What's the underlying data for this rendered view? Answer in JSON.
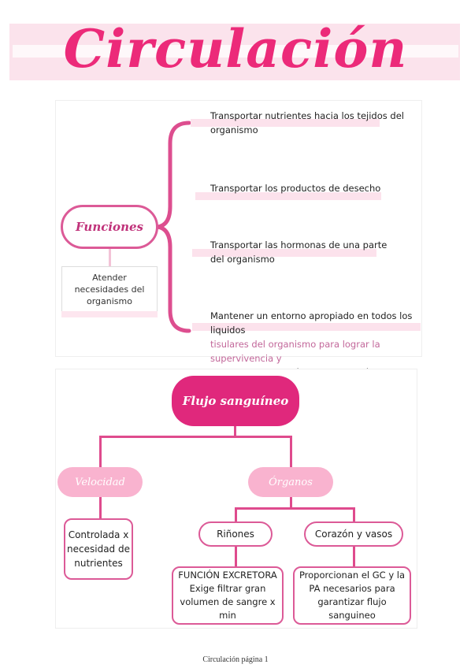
{
  "title": "Circulación",
  "funciones": {
    "label": "Funciones",
    "note": "Atender necesidades del organismo",
    "items": [
      "Transportar nutrientes hacia los tejidos del organismo",
      "Transportar los productos de desecho",
      "Transportar las hormonas de una parte del organismo",
      "Mantener un entorno apropiado en todos los liquidos",
      "tisulares del organismo para lograr la supervivencia y",
      "una funcionalidad óptima de las células"
    ]
  },
  "flujo": {
    "root": "Flujo sanguíneo",
    "velocidad": "Velocidad",
    "organos": "Órganos",
    "controlada": "Controlada x necesidad de nutrientes",
    "rinones": "Riñones",
    "corazon": "Corazón y vasos",
    "excretora_title": "FUNCIÓN EXCRETORA",
    "excretora_text": "Exige filtrar gran volumen de sangre x min",
    "proporcionan": "Proporcionan el GC y la PA necesarios para garantizar flujo sanguineo"
  },
  "footer": "Circulación página 1",
  "colors": {
    "primary": "#e0287c",
    "light": "#f9b3cf",
    "band": "#fce2ec",
    "border": "#dc5a97"
  }
}
